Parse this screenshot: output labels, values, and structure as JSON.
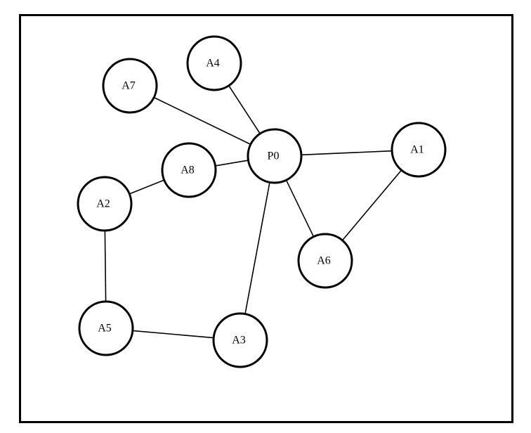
{
  "diagram": {
    "nodes": [
      {
        "id": "A4",
        "label": "A4"
      },
      {
        "id": "A7",
        "label": "A7"
      },
      {
        "id": "P0",
        "label": "P0"
      },
      {
        "id": "A1",
        "label": "A1"
      },
      {
        "id": "A8",
        "label": "A8"
      },
      {
        "id": "A2",
        "label": "A2"
      },
      {
        "id": "A6",
        "label": "A6"
      },
      {
        "id": "A5",
        "label": "A5"
      },
      {
        "id": "A3",
        "label": "A3"
      }
    ],
    "edges": [
      {
        "from": "A7",
        "to": "P0"
      },
      {
        "from": "A4",
        "to": "P0"
      },
      {
        "from": "A8",
        "to": "P0"
      },
      {
        "from": "P0",
        "to": "A1"
      },
      {
        "from": "P0",
        "to": "A6"
      },
      {
        "from": "P0",
        "to": "A3"
      },
      {
        "from": "A1",
        "to": "A6"
      },
      {
        "from": "A2",
        "to": "A8"
      },
      {
        "from": "A2",
        "to": "A5"
      },
      {
        "from": "A5",
        "to": "A3"
      }
    ]
  }
}
